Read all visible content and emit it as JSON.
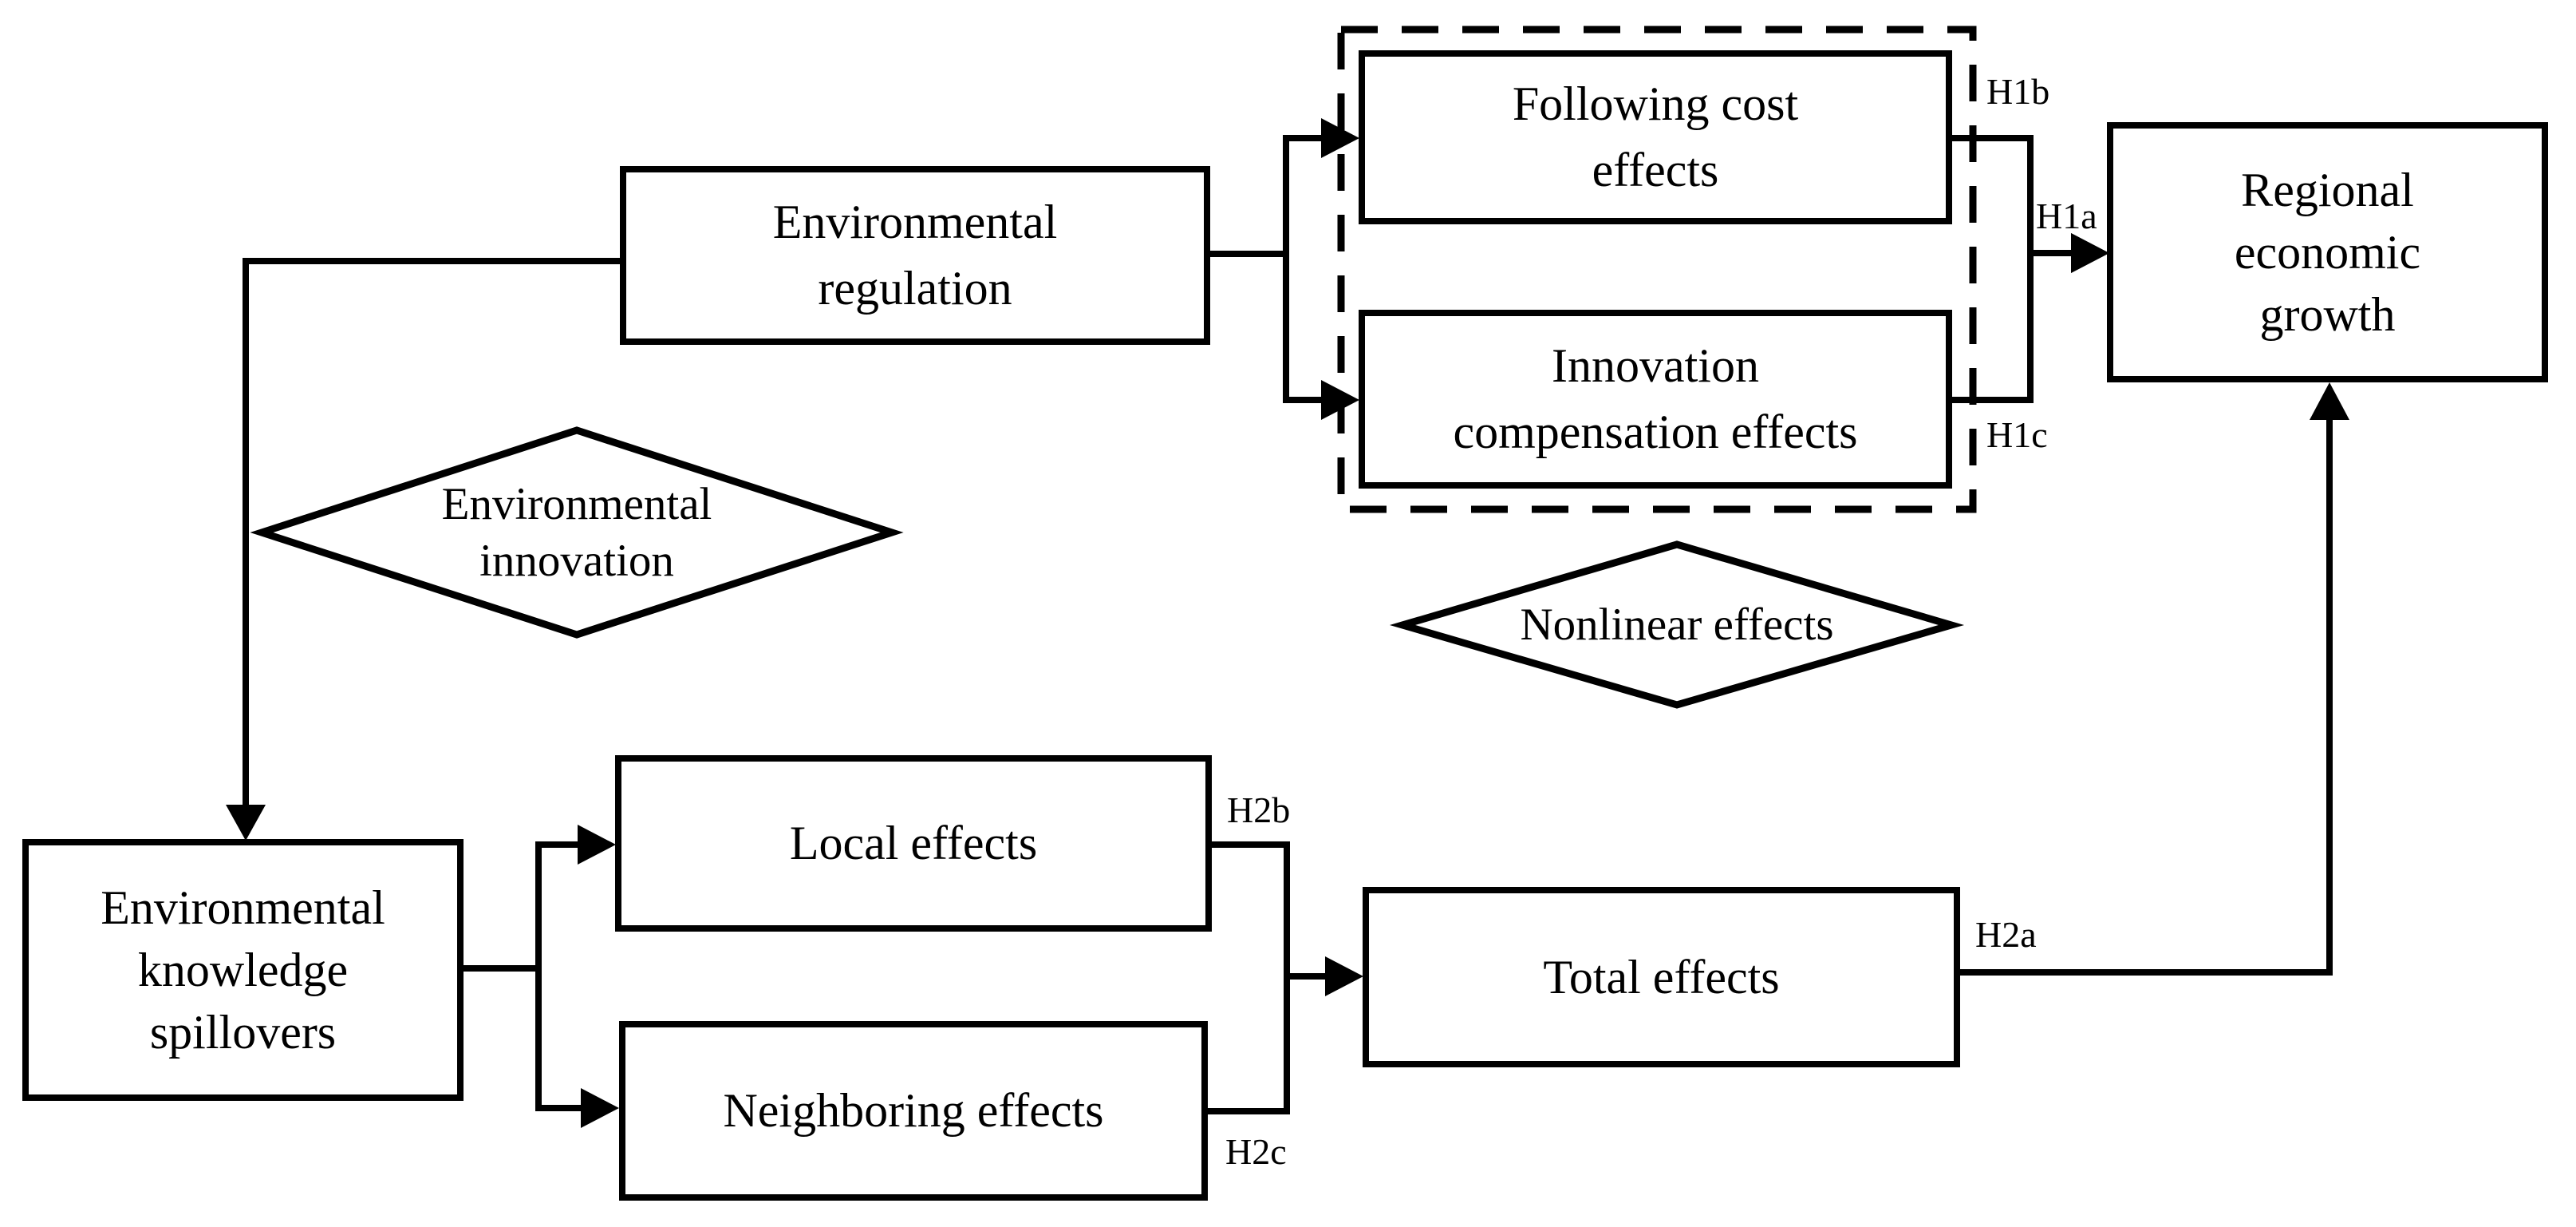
{
  "diagram": {
    "nodes": {
      "environmental_regulation": {
        "lines": [
          "Environmental",
          "regulation"
        ]
      },
      "following_cost_effects": {
        "lines": [
          "Following cost",
          "effects"
        ]
      },
      "innovation_compensation_effects": {
        "lines": [
          "Innovation",
          "compensation effects"
        ]
      },
      "regional_economic_growth": {
        "lines": [
          "Regional",
          "economic",
          "growth"
        ]
      },
      "environmental_knowledge_spillovers": {
        "lines": [
          "Environmental",
          "knowledge",
          "spillovers"
        ]
      },
      "local_effects": {
        "lines": [
          "Local effects"
        ]
      },
      "neighboring_effects": {
        "lines": [
          "Neighboring effects"
        ]
      },
      "total_effects": {
        "lines": [
          "Total effects"
        ]
      }
    },
    "moderators": {
      "environmental_innovation": {
        "lines": [
          "Environmental",
          "innovation"
        ]
      },
      "nonlinear_effects": {
        "lines": [
          "Nonlinear effects"
        ]
      }
    },
    "hypothesis_labels": {
      "h1a": "H1a",
      "h1b": "H1b",
      "h1c": "H1c",
      "h2a": "H2a",
      "h2b": "H2b",
      "h2c": "H2c"
    },
    "colors": {
      "line": "#000000",
      "background": "#ffffff",
      "text": "#000000"
    }
  }
}
